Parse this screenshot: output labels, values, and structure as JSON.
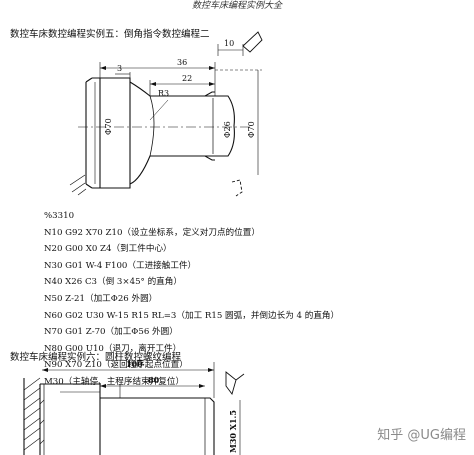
{
  "header": {
    "title": "数控车床编程实例大全"
  },
  "section5": {
    "title": "数控车床数控编程实例五：倒角指令数控编程二",
    "dims": {
      "top_right": "10",
      "d3": "3",
      "d36": "36",
      "d22": "22",
      "r3": "R3",
      "phi70_left": "Φ70",
      "phi26": "Φ26",
      "phi70_right": "Φ70"
    }
  },
  "program": {
    "lines": [
      "%3310",
      "N10  G92  X70  Z10（设立坐标系，定义对刀点的位置）",
      "N20  G00  X0  Z4（到工件中心）",
      "N30  G01  W-4  F100（工进接触工件）",
      "N40  X26  C3（倒 3×45° 的直角）",
      "N50  Z-21（加工Φ26 外圆）",
      "N60  G02  U30  W-15  R15  RL=3（加工 R15 圆弧，并倒边长为 4 的直角）",
      "N70  G01  Z-70（加工Φ56 外圆）",
      "N80  G00  U10（退刀，离开工件）",
      "N90  X70  Z10（返回程序起点位置）",
      "M30（主轴停、主程序结束并复位）"
    ]
  },
  "section6": {
    "title": "数控车床编程实例六：圆柱数控螺纹编程",
    "dims": {
      "d100": "100",
      "d80": "80",
      "thread": "M30 X1.5"
    }
  },
  "watermark": {
    "text": "知乎 @UG编程"
  }
}
